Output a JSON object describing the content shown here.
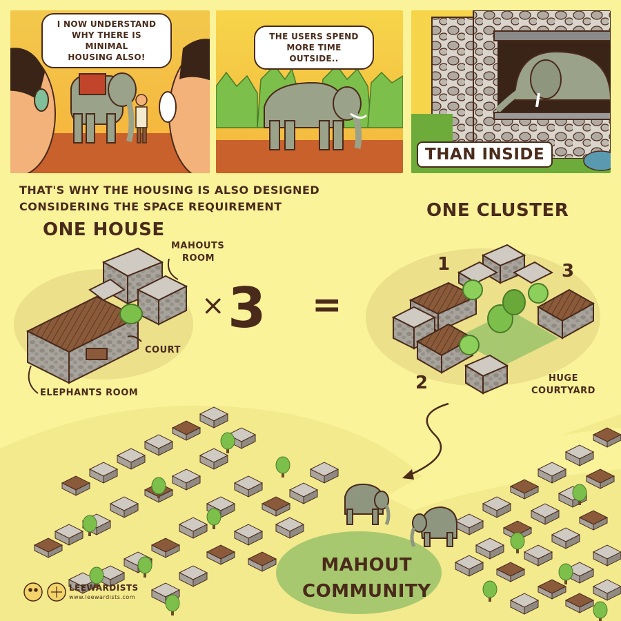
{
  "panels": [
    {
      "id": "panel-1",
      "bubble": [
        "I NOW UNDERSTAND",
        "WHY THERE IS MINIMAL",
        "HOUSING ALSO!"
      ]
    },
    {
      "id": "panel-2",
      "bubble": [
        "THE USERS SPEND",
        "MORE TIME OUTSIDE.."
      ]
    },
    {
      "id": "panel-3",
      "caption": "THAN INSIDE"
    }
  ],
  "intro": [
    "THAT'S WHY THE HOUSING IS ALSO DESIGNED",
    "CONSIDERING THE SPACE REQUIREMENT"
  ],
  "house": {
    "title": "ONE HOUSE",
    "label_mahouts_1": "MAHOUTS",
    "label_mahouts_2": "ROOM",
    "label_court": "COURT",
    "label_elephants": "ELEPHANTS ROOM"
  },
  "equation": {
    "times": "×",
    "count": "3",
    "equals": "="
  },
  "cluster": {
    "title": "ONE CLUSTER",
    "n1": "1",
    "n2": "2",
    "n3": "3",
    "label_1": "HUGE",
    "label_2": "COURTYARD"
  },
  "community": {
    "line1": "MAHOUT",
    "line2": "COMMUNITY"
  },
  "logo": {
    "name": "LEEWARDISTS",
    "url": "www.leewardists.com"
  },
  "colors": {
    "ink": "#4a2a1a",
    "background": "#fbf39a",
    "sky": "#f6d54a",
    "ground": "#cc6a2d",
    "elephant": "#9aa28a",
    "roof": "#8a5a3a",
    "stone": "#b9b4ad",
    "grass": "#8bbd5a",
    "pond": "#a8c870"
  }
}
